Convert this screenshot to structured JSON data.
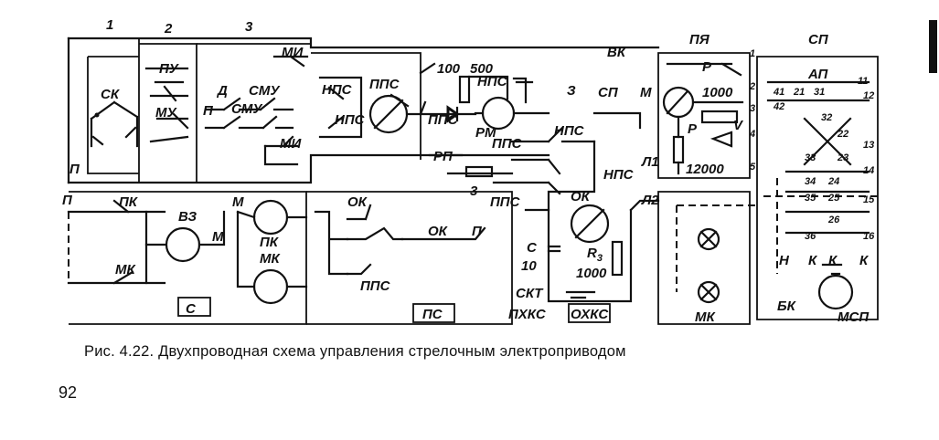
{
  "figure": {
    "caption": "Рис. 4.22. Двухпроводная схема управления стрелочным электроприводом",
    "page_number": "92"
  },
  "section_numbers": [
    "1",
    "2",
    "3"
  ],
  "blocks": {
    "pya": "ПЯ",
    "sp": "СП",
    "s_box": "С",
    "ps_box": "ПС",
    "okhks_box": "ОХКС"
  },
  "labels": {
    "sk": "СК",
    "pu": "ПУ",
    "mu": "МУ",
    "d": "Д",
    "smu_top": "СМУ",
    "smu_mid": "СМУ",
    "p_left": "П",
    "p_mid": "П",
    "mi_top": "МИ",
    "mi_bottom": "МИ",
    "nps_1": "НПС",
    "nps_2": "НПС",
    "nps_3": "НПС",
    "nps_4": "НПС",
    "nps_5": "НПС",
    "pps_1": "ППС",
    "pps_2": "ППС",
    "pps_3": "ППС",
    "pps_4": "ППС",
    "pps_5": "ППС",
    "r100": "100",
    "r500": "500",
    "rm": "РМ",
    "rp": "РП",
    "three_res": "3",
    "z_contact": "З",
    "vk": "ВК",
    "sp_contact": "СП",
    "m_top": "М",
    "p_row": "П",
    "pk_row": "ПК",
    "vz": "ВЗ",
    "m_row": "М",
    "mk_row": "МК",
    "m_rel": "М",
    "pk_rel": "ПК",
    "mk_rel": "МК",
    "ok_1": "ОК",
    "ok_2": "ОК",
    "ok_3": "ОК",
    "p_ok": "П",
    "c_label": "С",
    "c_val": "10",
    "r_label": "R",
    "r_sub": "3",
    "r_val": "1000",
    "skt": "СКТ",
    "pkhks": "ПХКС",
    "pya_p": "Р",
    "r1000": "1000",
    "pya_r": "Р",
    "r12000": "12000",
    "pya_v": "V",
    "l1": "Л1",
    "l2": "Л2",
    "mk_lamp": "МК",
    "ap": "АП",
    "bk": "БК",
    "msp": "МСП",
    "n": "Н",
    "k1": "К",
    "k2": "К",
    "k3": "К",
    "n1": "1",
    "n2": "2",
    "n3": "3",
    "n4": "4",
    "n5": "5",
    "n11": "11",
    "n12": "12",
    "n13": "13",
    "n14": "14",
    "n15": "15",
    "n16": "16",
    "n21": "21",
    "n22": "22",
    "n23": "23",
    "n24": "24",
    "n25": "25",
    "n26": "26",
    "n31": "31",
    "n32": "32",
    "n33": "33",
    "n34": "34",
    "n35": "35",
    "n36": "36",
    "n41": "41",
    "n42": "42"
  }
}
